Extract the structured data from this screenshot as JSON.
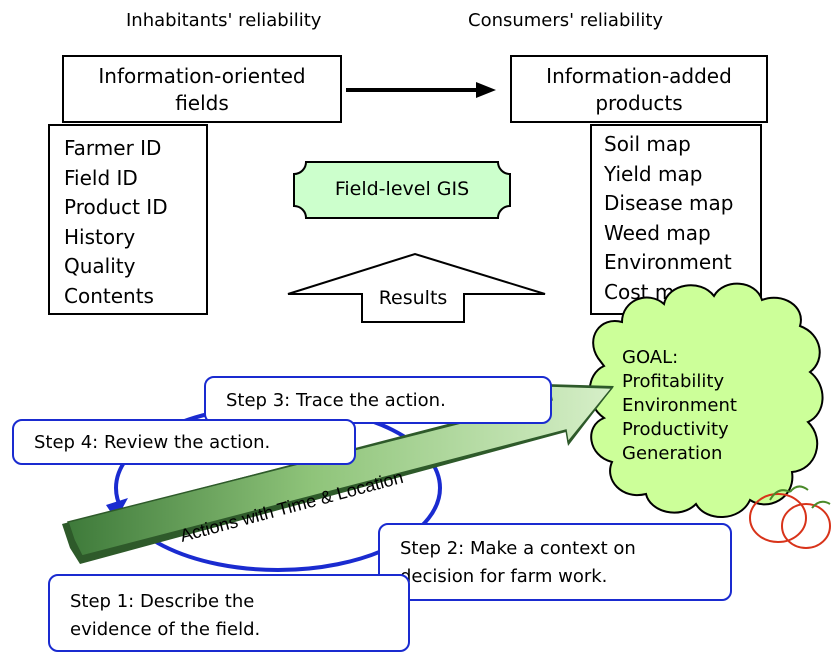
{
  "headers": {
    "inhabitants": "Inhabitants' reliability",
    "consumers": "Consumers' reliability"
  },
  "left_box": {
    "title_line1": "Information-oriented",
    "title_line2": "fields",
    "items": [
      "Farmer ID",
      "Field ID",
      "Product ID",
      "History",
      "Quality",
      "Contents"
    ]
  },
  "right_box": {
    "title_line1": "Information-added",
    "title_line2": "products",
    "items": [
      "Soil map",
      "Yield map",
      "Disease map",
      "Weed map",
      "Environment",
      "Cost map"
    ]
  },
  "center_label": "Field-level GIS",
  "results_label": "Results",
  "goal": {
    "title": "GOAL:",
    "items": [
      "Profitability",
      "Environment",
      "Productivity",
      "Generation"
    ]
  },
  "arrow_label": "Actions with Time & Location",
  "steps": {
    "step1_line1": "Step 1: Describe the",
    "step1_line2": "evidence of the field.",
    "step2_line1": "Step 2: Make a context on",
    "step2_line2": "decision for farm work.",
    "step3": "Step 3: Trace the action.",
    "step4": "Step 4: Review the action."
  },
  "colors": {
    "cloud_fill": "#ccff99",
    "gis_fill": "#ccffcc",
    "step_border": "#1a2bd0",
    "arrow_dark": "#3e7a3a",
    "arrow_light": "#d6efc8",
    "tomato": "#d8331a"
  }
}
